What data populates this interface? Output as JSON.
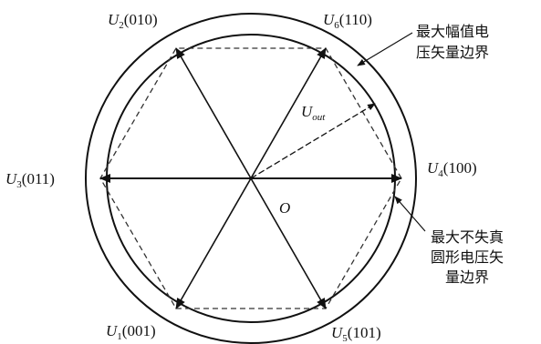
{
  "diagram": {
    "vectors": {
      "u2": {
        "main": "U",
        "sub": "2",
        "code": "(010)"
      },
      "u6": {
        "main": "U",
        "sub": "6",
        "code": "(110)"
      },
      "u3": {
        "main": "U",
        "sub": "3",
        "code": "(011)"
      },
      "u4": {
        "main": "U",
        "sub": "4",
        "code": "(100)"
      },
      "u1": {
        "main": "U",
        "sub": "1",
        "code": "(001)"
      },
      "u5": {
        "main": "U",
        "sub": "5",
        "code": "(101)"
      }
    },
    "output_vector": {
      "main": "U",
      "sub": "out"
    },
    "origin_label": "O",
    "annotation_max_amplitude": {
      "line1": "最大幅值电",
      "line2": "压矢量边界"
    },
    "annotation_max_undistorted": {
      "line1": "最大不失真",
      "line2": "圆形电压矢",
      "line3": "量边界"
    },
    "colors": {
      "stroke": "#111111",
      "background": "#ffffff"
    }
  }
}
